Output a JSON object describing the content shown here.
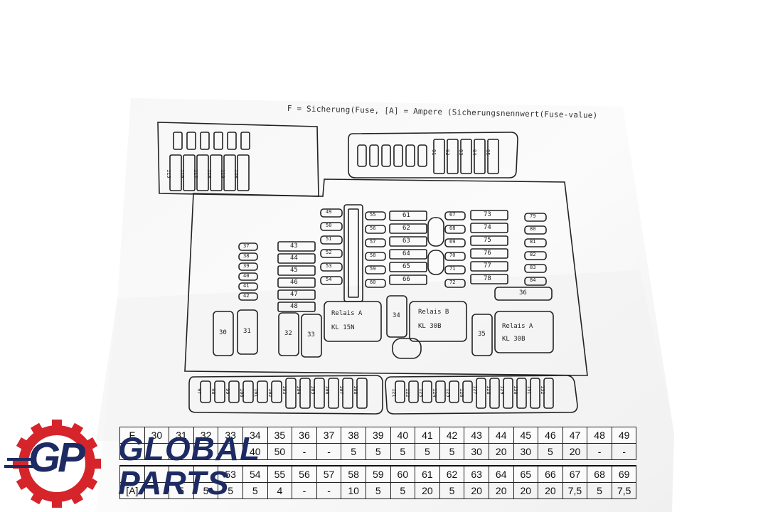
{
  "legend": "F = Sicherung(Fuse, [A] = Ampere (Sicherungsnennwert(Fuse-value)",
  "relays": {
    "relay_a_1": {
      "name": "Relais A",
      "terminal": "KL 15N"
    },
    "relay_b": {
      "name": "Relais B",
      "terminal": "KL 30B"
    },
    "relay_a_2": {
      "name": "Relais A",
      "terminal": "KL 30B"
    }
  },
  "fuse_groups": {
    "top_left_vertical": [
      "115",
      "116",
      "117",
      "118",
      "119",
      "120"
    ],
    "top_right_vertical": [
      "91",
      "92",
      "93",
      "94",
      "95"
    ],
    "left_column": [
      "37",
      "38",
      "39",
      "40",
      "41",
      "42"
    ],
    "middle_column": [
      "43",
      "44",
      "45",
      "46",
      "47",
      "48"
    ],
    "center_left_column": [
      "49",
      "50",
      "51",
      "52",
      "53",
      "54"
    ],
    "center_right_small_column": [
      "55",
      "56",
      "57",
      "58",
      "59",
      "60"
    ],
    "center_wide_column": [
      "61",
      "62",
      "63",
      "64",
      "65",
      "66"
    ],
    "right_small_column": [
      "67",
      "68",
      "69",
      "70",
      "71",
      "72"
    ],
    "right_wide_column": [
      "73",
      "74",
      "75",
      "76",
      "77",
      "78"
    ],
    "far_right_column": [
      "79",
      "80",
      "81",
      "82",
      "83",
      "84"
    ],
    "large_fuses": [
      "30",
      "31",
      "32",
      "33",
      "34",
      "35",
      "36"
    ],
    "bottom_left_strip": [
      "97",
      "98",
      "99",
      "100",
      "101",
      "102",
      "103",
      "104",
      "105",
      "106",
      "107",
      "108"
    ],
    "bottom_right_strip": [
      "121",
      "122",
      "123",
      "124",
      "125",
      "126",
      "127",
      "128",
      "129",
      "130",
      "131",
      "132"
    ]
  },
  "table": {
    "row1_labels": [
      "F",
      "30",
      "31",
      "32",
      "33",
      "34",
      "35",
      "36",
      "37",
      "38",
      "39",
      "40",
      "41",
      "42",
      "43",
      "44",
      "45",
      "46",
      "47",
      "48",
      "49"
    ],
    "row1_values": [
      "",
      "",
      "",
      "",
      "",
      "40",
      "50",
      "-",
      "-",
      "5",
      "5",
      "5",
      "5",
      "5",
      "30",
      "20",
      "30",
      "5",
      "20",
      "-",
      "-"
    ],
    "row2_labels": [
      "",
      "",
      "",
      "",
      "53",
      "54",
      "55",
      "56",
      "57",
      "58",
      "59",
      "60",
      "61",
      "62",
      "63",
      "64",
      "65",
      "66",
      "67",
      "68",
      "69"
    ],
    "row2_values": [
      "[A]",
      "5",
      "5",
      "5",
      "5",
      "5",
      "4",
      "-",
      "-",
      "10",
      "5",
      "5",
      "20",
      "5",
      "20",
      "20",
      "20",
      "20",
      "7,5",
      "5",
      "7,5"
    ]
  },
  "brand": {
    "line1": "GLOBAL",
    "line2": "PARTS",
    "monogram": "GP"
  },
  "colors": {
    "brand_navy": "#1d2a63",
    "brand_red": "#d6242b",
    "ink": "#222222",
    "paper": "#fafafa"
  }
}
